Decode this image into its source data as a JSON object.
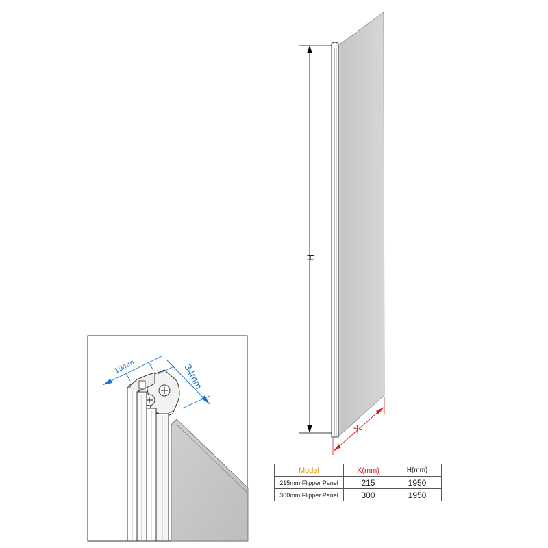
{
  "main_drawing": {
    "height_label": "H",
    "width_label": "X"
  },
  "detail_inset": {
    "width_label": "19mm",
    "depth_label": "34mm"
  },
  "spec_table": {
    "headers": [
      "Model",
      "X(mm)",
      "H(mm)"
    ],
    "rows": [
      [
        "215mm Flipper Panel",
        "215",
        "1950"
      ],
      [
        "300mm Flipper Panel",
        "300",
        "1950"
      ]
    ]
  },
  "colors": {
    "dimension_line": "#000000",
    "x_dimension": "#d42020",
    "detail_dimension": "#1a73c8",
    "model_header": "#e8900c",
    "x_header": "#d42020",
    "glass": "#cdcdcd"
  }
}
